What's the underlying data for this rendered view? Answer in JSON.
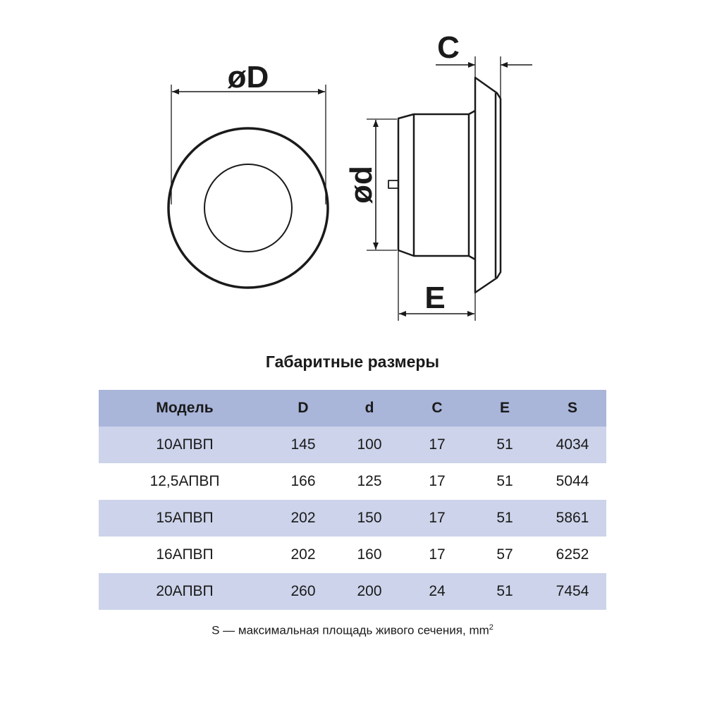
{
  "drawing": {
    "label_D": "øD",
    "label_d": "ød",
    "label_C": "C",
    "label_E": "E"
  },
  "title": "Габаритные размеры",
  "table": {
    "headers": [
      "Модель",
      "D",
      "d",
      "C",
      "E",
      "S"
    ],
    "rows": [
      [
        "10АПВП",
        "145",
        "100",
        "17",
        "51",
        "4034"
      ],
      [
        "12,5АПВП",
        "166",
        "125",
        "17",
        "51",
        "5044"
      ],
      [
        "15АПВП",
        "202",
        "150",
        "17",
        "51",
        "5861"
      ],
      [
        "16АПВП",
        "202",
        "160",
        "17",
        "57",
        "6252"
      ],
      [
        "20АПВП",
        "260",
        "200",
        "24",
        "51",
        "7454"
      ]
    ]
  },
  "note": {
    "text": "S — максимальная площадь живого сечения, mm",
    "sup": "2"
  },
  "colors": {
    "header": "#a9b5d9",
    "alt_row": "#ccd3ea"
  }
}
